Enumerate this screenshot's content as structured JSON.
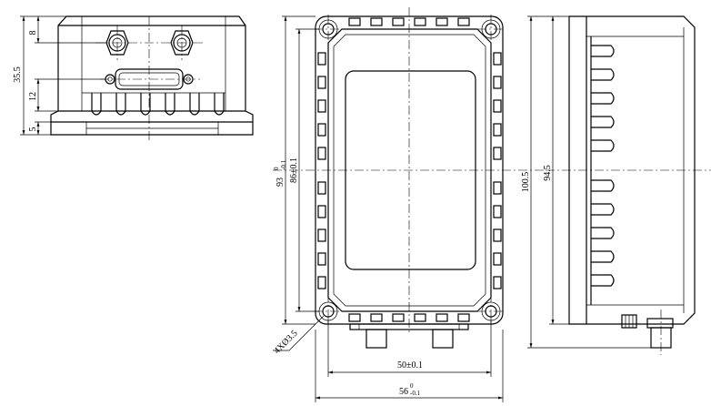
{
  "dimensions": {
    "front_top": "8",
    "front_height": "35.5",
    "front_mid": "12",
    "front_base": "5",
    "plan_height": "93",
    "plan_height_tol_upper": "0",
    "plan_height_tol_lower": "-0.1",
    "plan_hole_spacing_v": "86±0.1",
    "plan_width": "56",
    "plan_width_tol_upper": "0",
    "plan_width_tol_lower": "-0.1",
    "plan_hole_spacing_h": "50±0.1",
    "hole_callout": "4XØ3.5",
    "side_overall": "100.5",
    "side_body": "94.5"
  }
}
